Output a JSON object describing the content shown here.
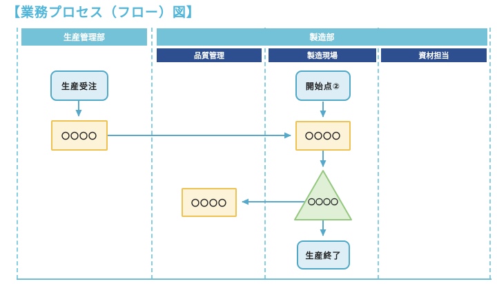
{
  "title": "【業務プロセス（フロー）図】",
  "lanes": {
    "top": [
      {
        "label": "生産管理部"
      },
      {
        "label": "製造部"
      }
    ],
    "sub": [
      {
        "label": "品質管理"
      },
      {
        "label": "製造現場"
      },
      {
        "label": "資材担当"
      }
    ]
  },
  "nodes": {
    "order_start": {
      "label": "生産受注",
      "type": "terminator"
    },
    "process_mgmt": {
      "label": "〇〇〇〇",
      "type": "process"
    },
    "start_point2": {
      "label": "開始点②",
      "type": "terminator"
    },
    "process_factory": {
      "label": "〇〇〇〇",
      "type": "process"
    },
    "decision": {
      "label": "〇〇〇〇",
      "type": "triangle"
    },
    "process_quality": {
      "label": "〇〇〇〇",
      "type": "process"
    },
    "production_end": {
      "label": "生産終了",
      "type": "terminator"
    }
  },
  "colors": {
    "title_text": "#4fb5d8",
    "lane_header_bg": "#74c2d7",
    "sub_header_bg": "#2e4f8f",
    "terminator_fill": "#ddeef6",
    "terminator_border": "#4fa8c5",
    "process_fill": "#fcf3d9",
    "process_border": "#efc152",
    "triangle_fill": "#dff0d7",
    "triangle_border": "#94c77e",
    "arrow": "#55a8ca",
    "lane_divider": "#85cde0",
    "frame_bottom": "#6fbcd3"
  }
}
